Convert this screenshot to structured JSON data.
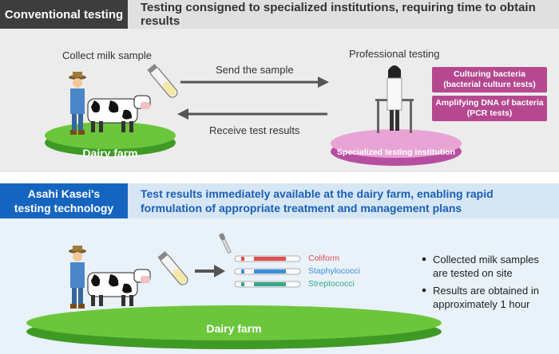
{
  "conventional": {
    "tag": "Conventional testing",
    "header": "Testing consigned to specialized institutions, requiring time to obtain results",
    "collect_label": "Collect milk sample",
    "send_label": "Send the sample",
    "receive_label": "Receive test results",
    "professional_label": "Professional testing",
    "methods": [
      "Culturing bacteria\n(bacterial culture tests)",
      "Amplifying DNA of bacteria\n(PCR tests)"
    ],
    "farm_label": "Dairy farm",
    "institution_label": "Specialized testing institution"
  },
  "asahi": {
    "tag": "Asahi Kasei's\ntesting technology",
    "header": "Test results immediately available at the dairy farm, enabling rapid\nformulation of appropriate treatment and management plans",
    "strips": [
      {
        "name": "Coliform",
        "color": "#e05050"
      },
      {
        "name": "Staphylococci",
        "color": "#3a8fd8"
      },
      {
        "name": "Streptococci",
        "color": "#35a989"
      }
    ],
    "bullets": [
      "Collected milk samples\nare tested on site",
      "Results are obtained in\napproximately 1 hour"
    ],
    "farm_label": "Dairy farm"
  },
  "colors": {
    "dark": "#3d3d3d",
    "blue": "#1565c0",
    "green": "#5cb833",
    "pink": "#b5488f"
  }
}
